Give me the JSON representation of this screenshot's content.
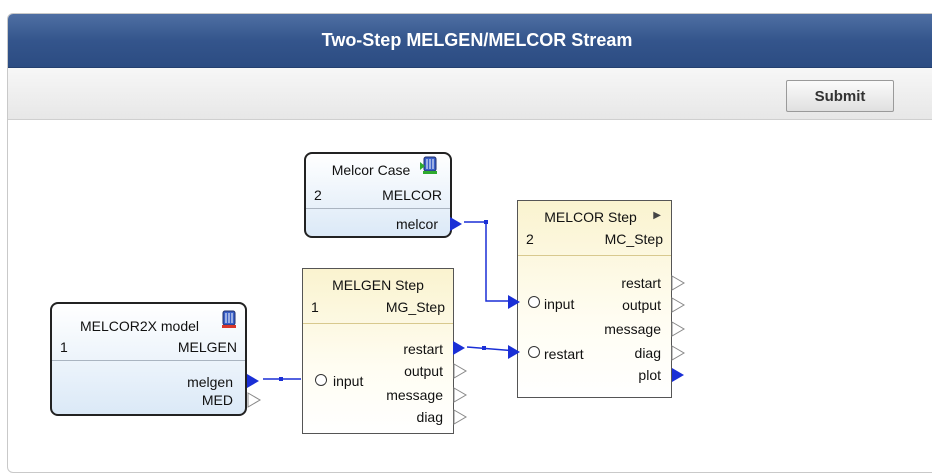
{
  "window": {
    "title": "Two-Step MELGEN/MELCOR Stream"
  },
  "toolbar": {
    "submit_label": "Submit"
  },
  "nodes": {
    "melcor_case": {
      "title": "Melcor Case",
      "index": "2",
      "name": "MELCOR",
      "outputs": [
        "melcor"
      ]
    },
    "melcor2x_model": {
      "title": "MELCOR2X model",
      "index": "1",
      "name": "MELGEN",
      "outputs": [
        "melgen",
        "MED"
      ]
    },
    "melgen_step": {
      "title": "MELGEN Step",
      "index": "1",
      "name": "MG_Step",
      "inputs": [
        "input"
      ],
      "outputs": [
        "restart",
        "output",
        "message",
        "diag"
      ]
    },
    "melcor_step": {
      "title": "MELCOR Step",
      "index": "2",
      "name": "MC_Step",
      "inputs": [
        "input",
        "restart"
      ],
      "outputs": [
        "restart",
        "output",
        "message",
        "diag",
        "plot"
      ]
    }
  },
  "colors": {
    "connection": "#1a2fd6",
    "titlebar": "#34558c"
  },
  "icons": {
    "model_icon": "database-icon",
    "step_menu_icon": "caret-right-icon"
  }
}
